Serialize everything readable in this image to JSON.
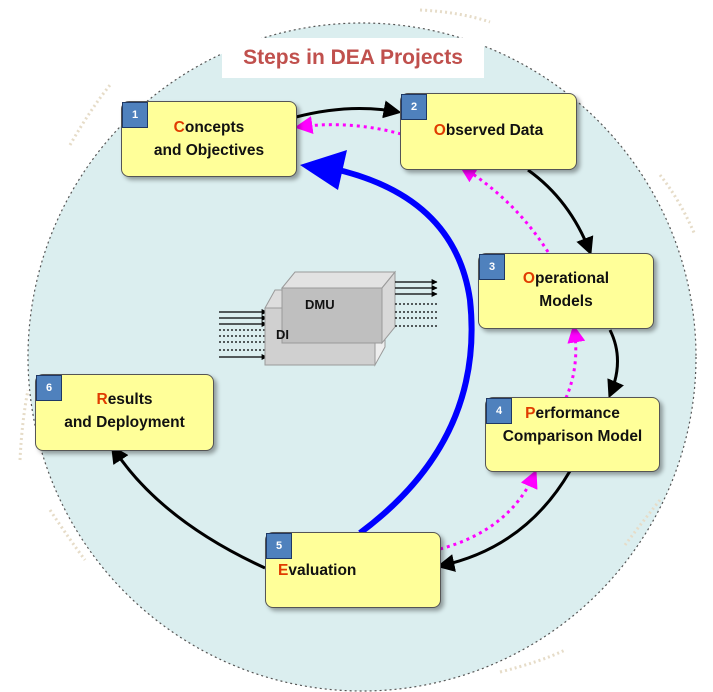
{
  "title": "Steps in DEA Projects",
  "colors": {
    "circle_fill": "#dbeeef",
    "box_fill": "#ffff99",
    "badge_fill": "#4f81bd",
    "title_color": "#c0504d",
    "initial_color": "#e03c00",
    "forward_arrow": "#000000",
    "feedback_arrow": "#ff00ff",
    "main_loop_arrow": "#0000ff"
  },
  "steps": [
    {
      "number": "1",
      "initial": "C",
      "line1": "oncepts",
      "line2": "and Objectives"
    },
    {
      "number": "2",
      "initial": "O",
      "line1": "bserved Data",
      "line2": ""
    },
    {
      "number": "3",
      "initial": "O",
      "line1": "perational",
      "line2": "Models"
    },
    {
      "number": "4",
      "initial": "P",
      "line1": "erformance",
      "line2": "Comparison Model"
    },
    {
      "number": "5",
      "initial": "E",
      "line1": "valuation",
      "line2": ""
    },
    {
      "number": "6",
      "initial": "R",
      "line1": "esults",
      "line2": "and Deployment"
    }
  ],
  "dmu": {
    "front_label": "DMU",
    "back_label": "DI"
  }
}
